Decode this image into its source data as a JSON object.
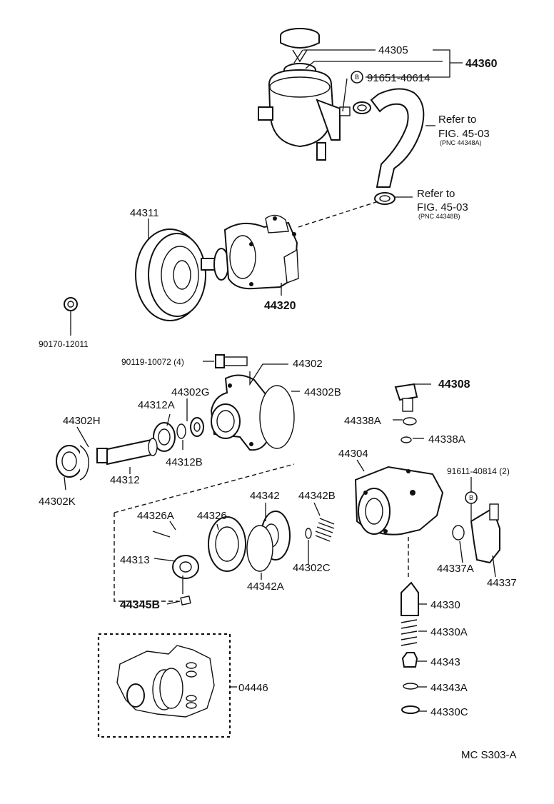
{
  "labels": {
    "p44305": "44305",
    "p44360": "44360",
    "p91651": "91651-40614",
    "refer1_line1": "Refer to",
    "refer1_line2": "FIG. 45-03",
    "refer1_line3": "(PNC 44348A)",
    "refer2_line1": "Refer to",
    "refer2_line2": "FIG. 45-03",
    "refer2_line3": "(PNC 44348B)",
    "p44311": "44311",
    "p44320": "44320",
    "p90170": "90170-12011",
    "p90119": "90119-10072 (4)",
    "p44302": "44302",
    "p44302B": "44302B",
    "p44302G": "44302G",
    "p44312A": "44312A",
    "p44302H": "44302H",
    "p44312B": "44312B",
    "p44312": "44312",
    "p44302K": "44302K",
    "p44308": "44308",
    "p44338A_1": "44338A",
    "p44338A_2": "44338A",
    "p44304": "44304",
    "p91611": "91611-40814 (2)",
    "p44326A": "44326A",
    "p44326": "44326",
    "p44342": "44342",
    "p44342B": "44342B",
    "p44313": "44313",
    "p44302C": "44302C",
    "p44342A": "44342A",
    "p44337A": "44337A",
    "p44337": "44337",
    "p44345B": "44345B",
    "p44330": "44330",
    "p44330A": "44330A",
    "p44343": "44343",
    "p04446": "04446",
    "p44343A": "44343A",
    "p44330C": "44330C",
    "badge_b1": "B",
    "badge_b2": "B",
    "figure_code": "MC  S303-A"
  }
}
